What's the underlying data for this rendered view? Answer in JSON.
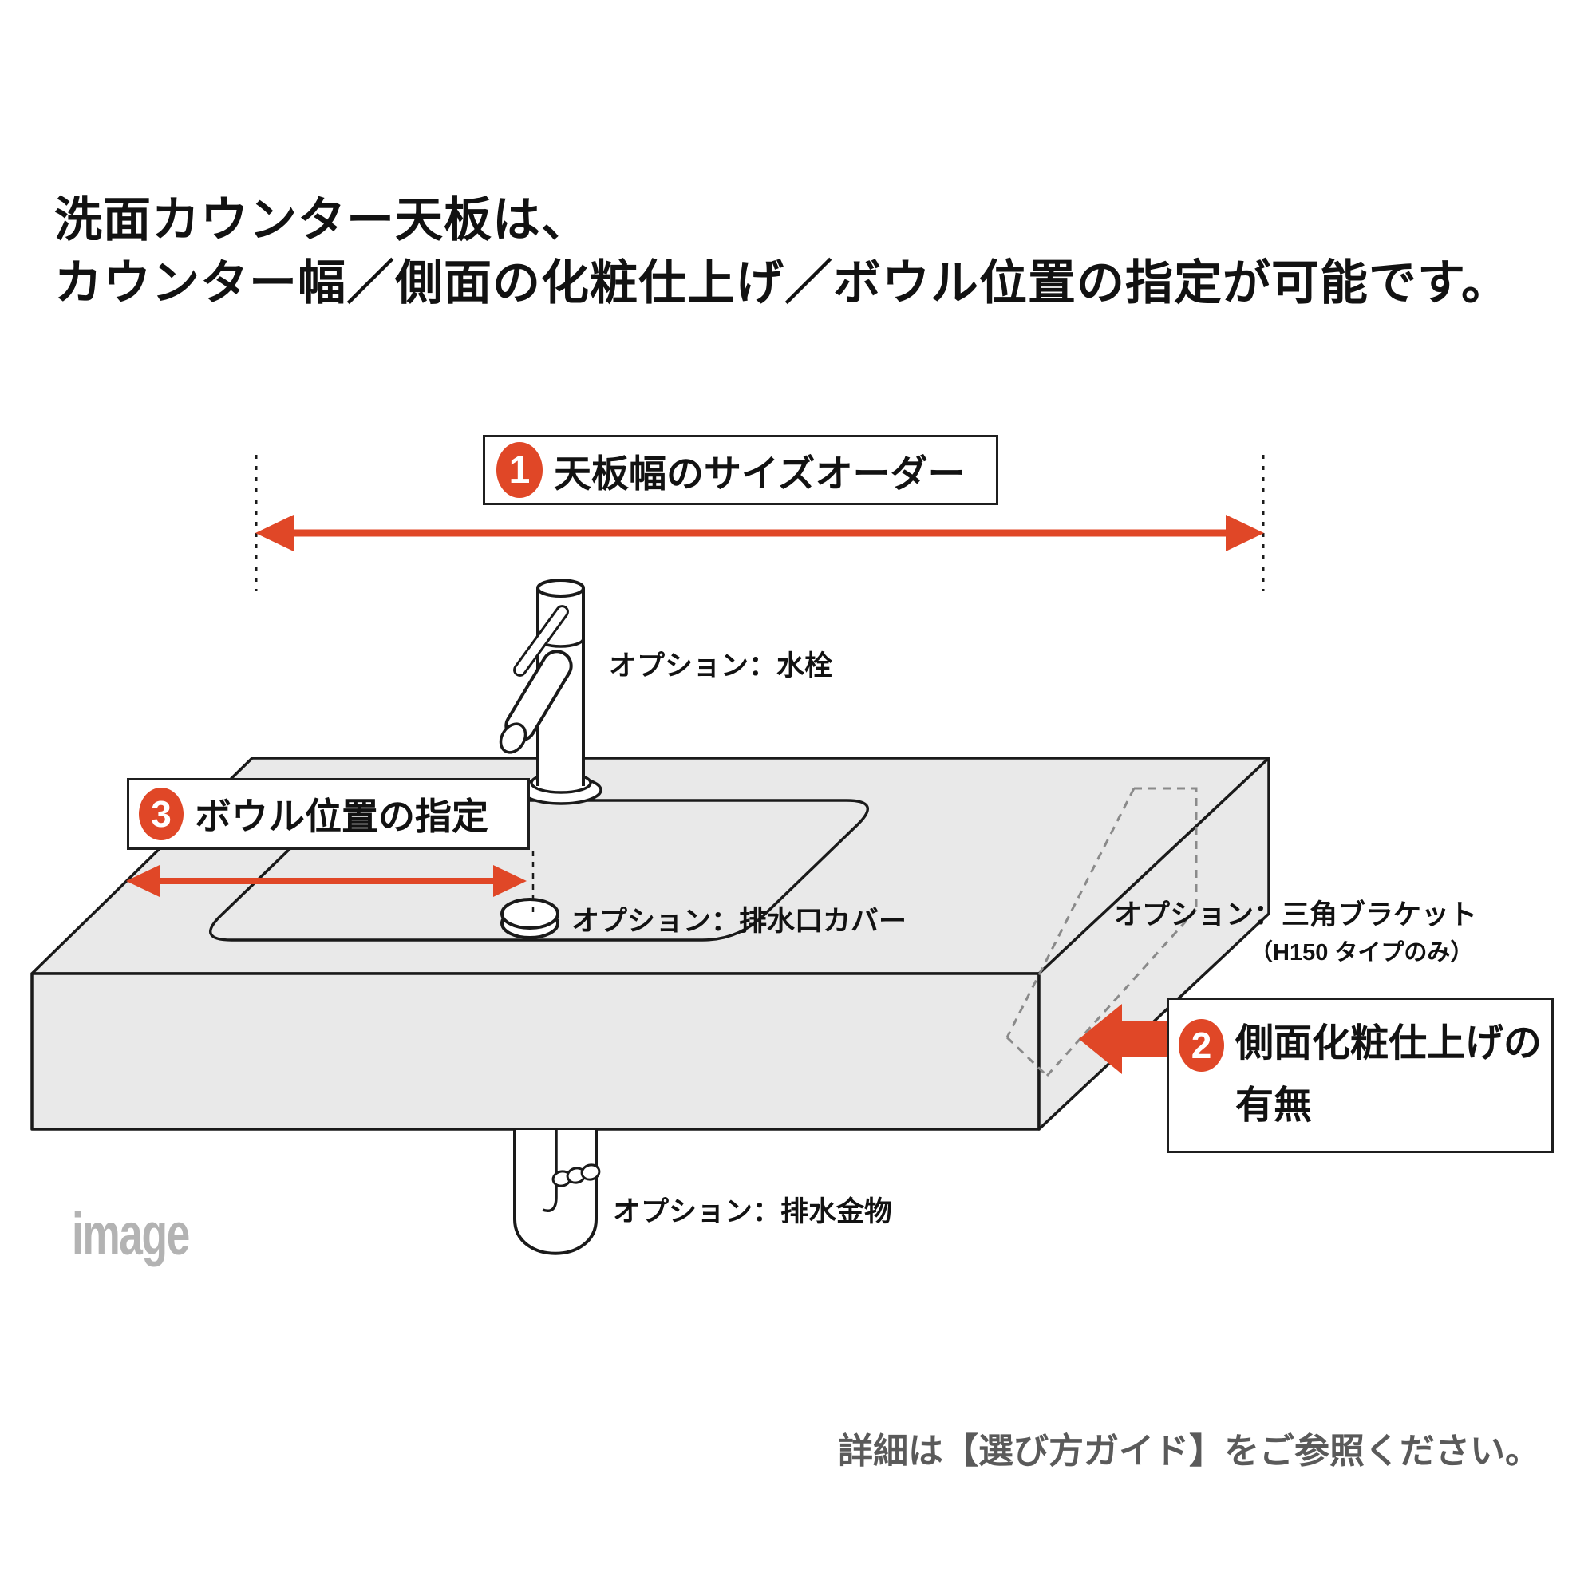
{
  "title": {
    "line1": "洗面カウンター天板は、",
    "line2": "カウンター幅／側面の化粧仕上げ／ボウル位置の指定が可能です。"
  },
  "callouts": {
    "width_order": {
      "number": "1",
      "label": "天板幅のサイズオーダー"
    },
    "side_finish": {
      "number": "2",
      "label_line1": "側面化粧仕上げの",
      "label_line2": "有無"
    },
    "bowl_position": {
      "number": "3",
      "label": "ボウル位置の指定"
    }
  },
  "options": {
    "faucet": "オプション：水栓",
    "drain_cover": "オプション：排水口カバー",
    "bracket": "オプション：三角ブラケット",
    "bracket_note": "（H150 タイプのみ）",
    "drain_fitting": "オプション：排水金物"
  },
  "watermark": "image",
  "footnote": "詳細は【選び方ガイド】をご参照ください。",
  "colors": {
    "accent": "#E04727",
    "counter_fill": "#E9E9E9",
    "outline": "#1A1A1A",
    "hidden_line": "#8A8A8A",
    "watermark": "#B3B3B3",
    "footnote": "#5A5A5A"
  }
}
